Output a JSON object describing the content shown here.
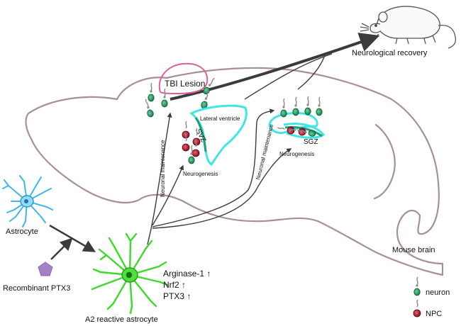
{
  "labels": {
    "neurological_recovery": "Neurological recovery",
    "tbi_lesion": "TBI Lesion",
    "lateral_ventricle": "Lateral ventricle",
    "svz": "SVZ",
    "sgz": "SGZ",
    "neurogenesis_left": "Neurogenesis",
    "neurogenesis_right": "Neurogenesis",
    "neuronal_maintenance_left": "Neuronal maintenance",
    "neuronal_maintenance_right": "Neuronal maintenance",
    "astrocyte": "Astrocyte",
    "recombinant_ptx3": "Recombinant PTX3",
    "a2_reactive_astrocyte": "A2 reactive astrocyte",
    "arginase": "Arginase-1 ↑",
    "nrf2": "Nrf2 ↑",
    "ptx3": "PTX3 ↑",
    "mouse_brain": "Mouse brain"
  },
  "legend": {
    "neuron_label": "neuron",
    "npc_label": "NPC"
  },
  "colors": {
    "brain_outline": "#a89092",
    "lesion": "#d9609a",
    "ventricle": "#3fe6e6",
    "ventricle_inner": "#1f9e7c",
    "neuron": "#1d8a55",
    "npc": "#b2102a",
    "astrocyte": "#3db8e8",
    "reactive_astrocyte": "#3ed92a",
    "ptx3_pentagon": "#a383c4",
    "arrow": "#3b3b3b"
  }
}
